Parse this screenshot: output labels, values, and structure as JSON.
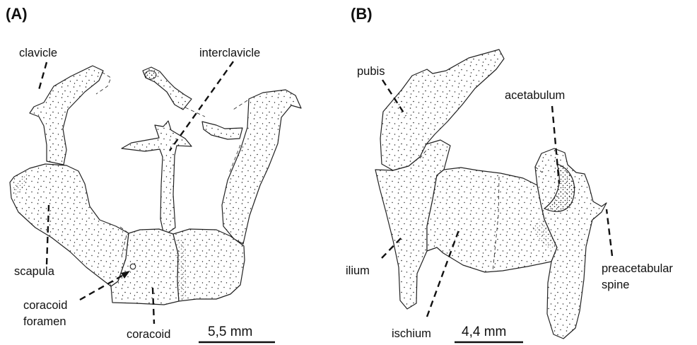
{
  "panel_a": {
    "letter": "(A)",
    "labels": {
      "clavicle": "clavicle",
      "interclavicle": "interclavicle",
      "scapula": "scapula",
      "coracoid_foramen_line1": "coracoid",
      "coracoid_foramen_line2": "foramen",
      "coracoid": "coracoid"
    },
    "scale_bar": "5,5 mm"
  },
  "panel_b": {
    "letter": "(B)",
    "labels": {
      "pubis": "pubis",
      "acetabulum": "acetabulum",
      "ilium": "ilium",
      "ischium": "ischium",
      "preacetabular_spine_line1": "preacetabular",
      "preacetabular_spine_line2": "spine"
    },
    "scale_bar": "4,4 mm"
  },
  "colors": {
    "ink": "#111111",
    "background": "#ffffff"
  }
}
